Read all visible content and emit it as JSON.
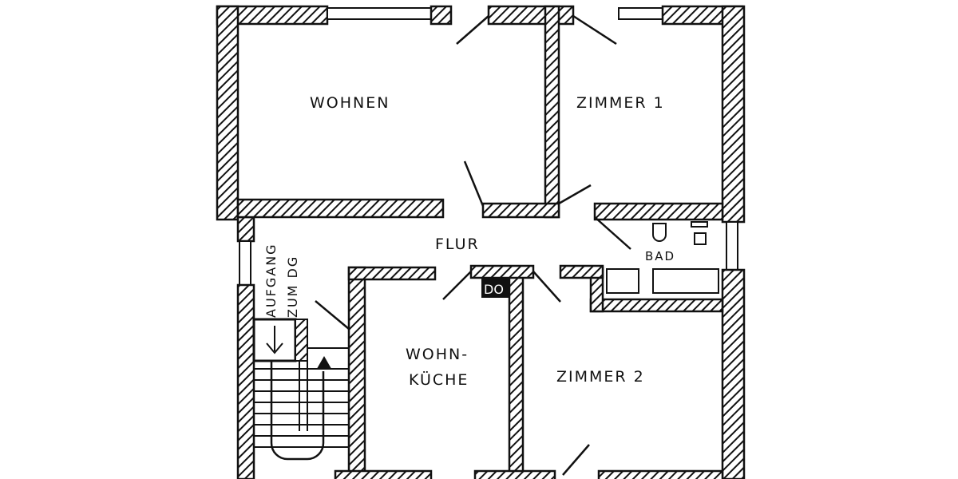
{
  "plan": {
    "rooms": {
      "wohnen": "WOHNEN",
      "zimmer1": "ZIMMER 1",
      "flur": "FLUR",
      "bad": "BAD",
      "aufgang_line1": "AUFGANG",
      "aufgang_line2": "ZUM DG",
      "wohnkueche_line1": "WOHN-",
      "wohnkueche_line2": "KÜCHE",
      "zimmer2": "ZIMMER 2",
      "chimney": "DO"
    },
    "colors": {
      "ink": "#111111",
      "paper": "#ffffff"
    }
  }
}
